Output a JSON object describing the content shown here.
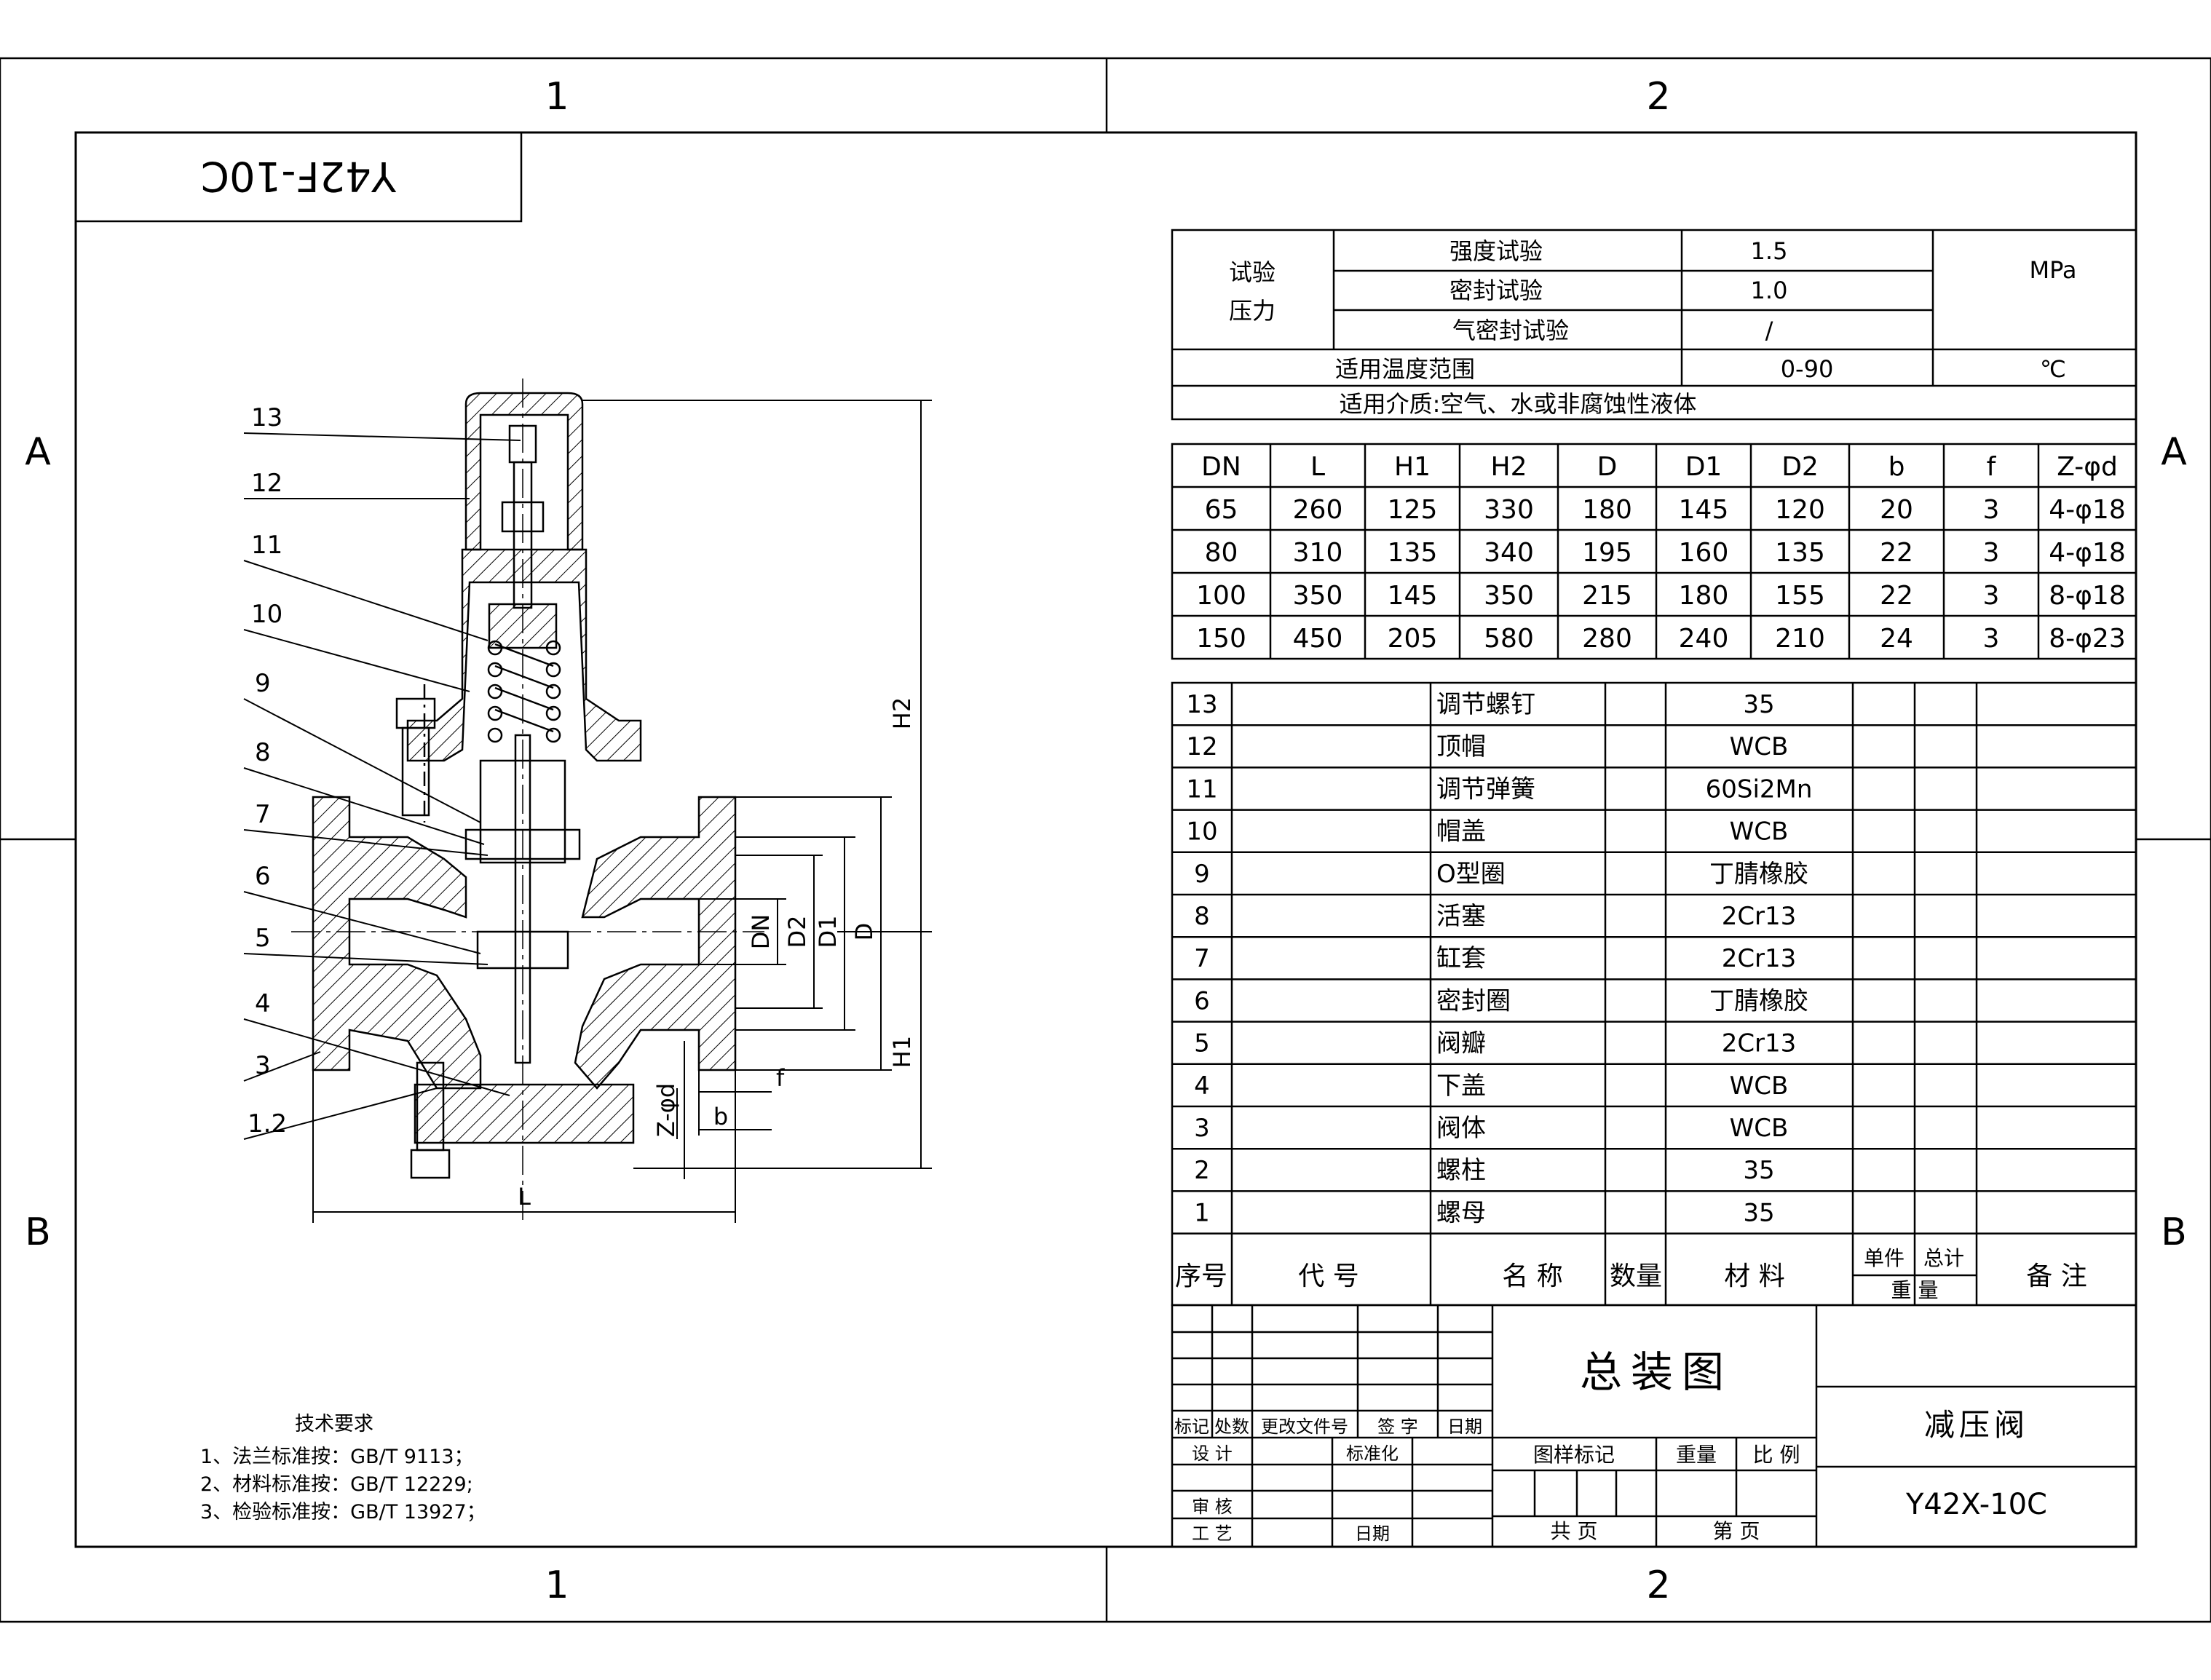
{
  "frame": {
    "col_labels": [
      "1",
      "2"
    ],
    "row_labels": [
      "A",
      "B"
    ]
  },
  "corner_model": "Y42F-10C",
  "parts_callouts": [
    "13",
    "12",
    "11",
    "10",
    "9",
    "8",
    "7",
    "6",
    "5",
    "4",
    "3",
    "1.2"
  ],
  "dimension_labels": {
    "L": "L",
    "H1": "H1",
    "H2": "H2",
    "DN": "DN",
    "D2": "D2",
    "D1": "D1",
    "D": "D",
    "f": "f",
    "b": "b",
    "Zd": "Z-φd"
  },
  "test_table": {
    "group_label_1": "试验",
    "group_label_2": "压力",
    "rows": [
      {
        "name": "强度试验",
        "value": "1.5"
      },
      {
        "name": "密封试验",
        "value": "1.0"
      },
      {
        "name": "气密封试验",
        "value": "/"
      }
    ],
    "unit": "MPa",
    "temp_label": "适用温度范围",
    "temp_value": "0-90",
    "temp_unit": "℃",
    "medium": "适用介质:空气、水或非腐蚀性液体"
  },
  "dim_table": {
    "headers": [
      "DN",
      "L",
      "H1",
      "H2",
      "D",
      "D1",
      "D2",
      "b",
      "f",
      "Z-φd"
    ],
    "rows": [
      [
        "65",
        "260",
        "125",
        "330",
        "180",
        "145",
        "120",
        "20",
        "3",
        "4-φ18"
      ],
      [
        "80",
        "310",
        "135",
        "340",
        "195",
        "160",
        "135",
        "22",
        "3",
        "4-φ18"
      ],
      [
        "100",
        "350",
        "145",
        "350",
        "215",
        "180",
        "155",
        "22",
        "3",
        "8-φ18"
      ],
      [
        "150",
        "450",
        "205",
        "580",
        "280",
        "240",
        "210",
        "24",
        "3",
        "8-φ23"
      ]
    ]
  },
  "bom": {
    "rows": [
      {
        "no": "13",
        "name": "调节螺钉",
        "material": "35"
      },
      {
        "no": "12",
        "name": "顶帽",
        "material": "WCB"
      },
      {
        "no": "11",
        "name": "调节弹簧",
        "material": "60Si2Mn"
      },
      {
        "no": "10",
        "name": "帽盖",
        "material": "WCB"
      },
      {
        "no": "9",
        "name": "O型圈",
        "material": "丁腈橡胶"
      },
      {
        "no": "8",
        "name": "活塞",
        "material": "2Cr13"
      },
      {
        "no": "7",
        "name": "缸套",
        "material": "2Cr13"
      },
      {
        "no": "6",
        "name": "密封圈",
        "material": "丁腈橡胶"
      },
      {
        "no": "5",
        "name": "阀瓣",
        "material": "2Cr13"
      },
      {
        "no": "4",
        "name": "下盖",
        "material": "WCB"
      },
      {
        "no": "3",
        "name": "阀体",
        "material": "WCB"
      },
      {
        "no": "2",
        "name": "螺柱",
        "material": "35"
      },
      {
        "no": "1",
        "name": "螺母",
        "material": "35"
      }
    ],
    "headers": {
      "seq": "序号",
      "code": "代  号",
      "name": "名  称",
      "qty": "数量",
      "material": "材  料",
      "unit_w": "单件",
      "total_w": "总计",
      "weight": "重  量",
      "remark": "备  注"
    }
  },
  "title_block": {
    "title": "总装图",
    "product_name": "减压阀",
    "model": "Y42X-10C",
    "rev_labels": [
      "标记",
      "处数",
      "更改文件号",
      "签 字",
      "日期"
    ],
    "design": "设 计",
    "standard": "标准化",
    "review": "审 核",
    "process": "工 艺",
    "date": "日期",
    "drawing_mark": "图样标记",
    "weight": "重量",
    "scale": "比 例",
    "total_sheets": "共   页",
    "sheet_no": "第   页"
  },
  "tech_req": {
    "title": "技术要求",
    "items": [
      "1、法兰标准按：GB/T 9113；",
      "2、材料标准按：GB/T 12229;",
      "3、检验标准按：GB/T 13927；"
    ]
  }
}
